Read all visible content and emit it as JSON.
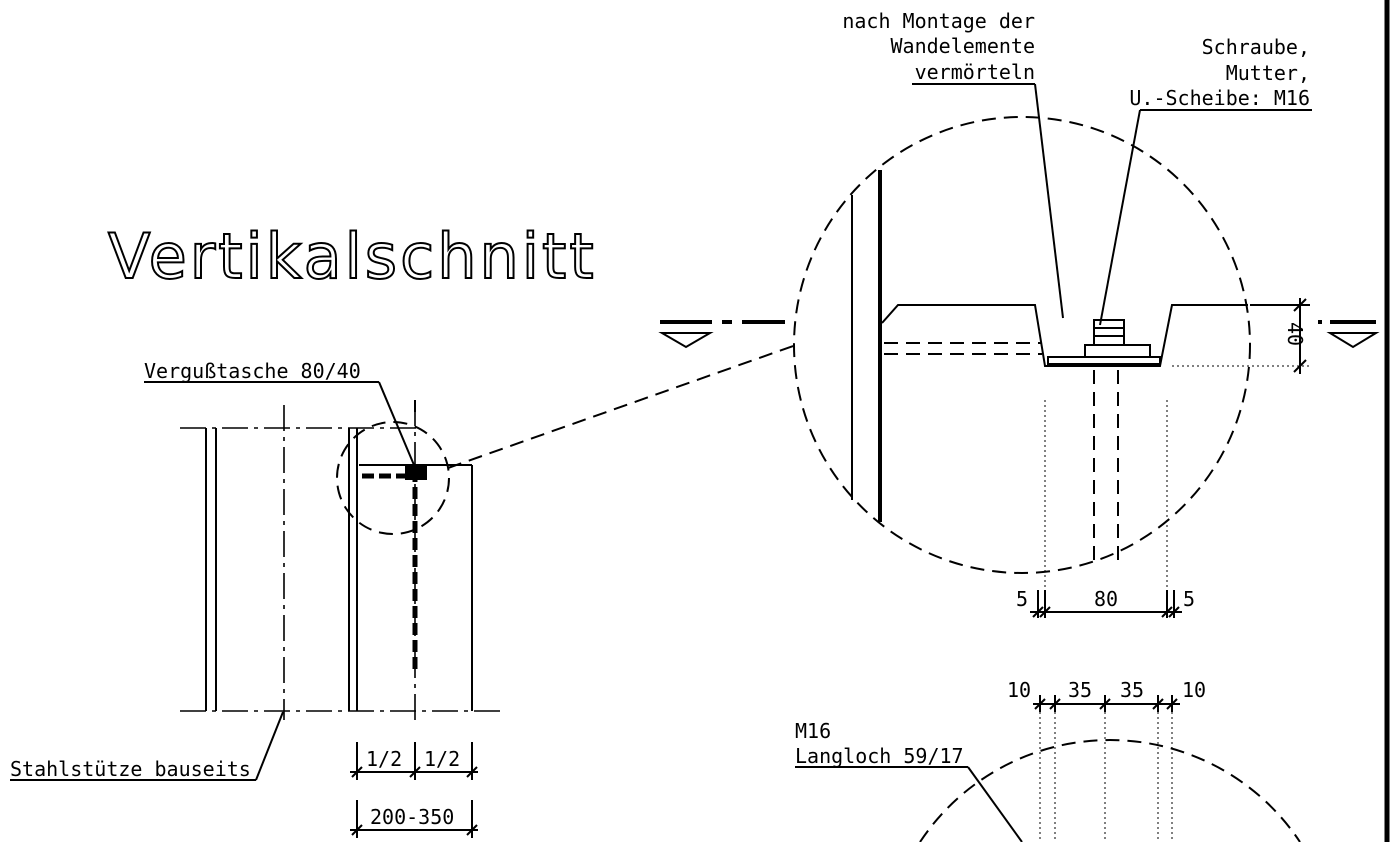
{
  "title": "Vertikalschnitt",
  "labels": {
    "vergusstasche": "Vergußtasche 80/40",
    "stahlstuetze": "Stahlstütze bauseits",
    "nach_montage_1": "nach Montage der",
    "nach_montage_2": "Wandelemente",
    "nach_montage_3": "vermörteln",
    "schraube_1": "Schraube,",
    "schraube_2": "Mutter,",
    "schraube_3": "U.-Scheibe: M16",
    "m16": "M16",
    "langloch": "Langloch 59/17"
  },
  "dimensions": {
    "half_left": "1/2",
    "half_right": "1/2",
    "range": "200-350",
    "gap_left": "5",
    "width_80": "80",
    "gap_right": "5",
    "height_40": "40",
    "d10_left": "10",
    "d35_a": "35",
    "d35_b": "35",
    "d10_right": "10"
  }
}
